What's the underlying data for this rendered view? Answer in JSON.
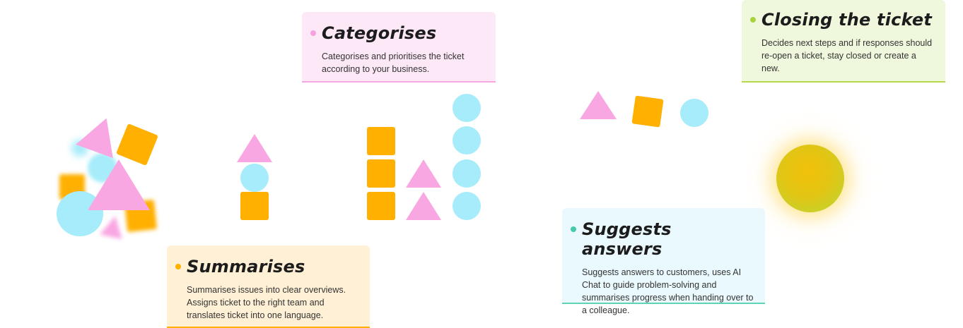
{
  "colors": {
    "pink": "#f9a7e3",
    "orange": "#ffb000",
    "cyan": "#a6ecfa",
    "green": "#b8d84a"
  },
  "cards": {
    "categorises": {
      "title": "Categorises",
      "text": "Categorises and prioritises the ticket according to your business."
    },
    "summarises": {
      "title": "Summarises",
      "text": "Summarises issues into clear overviews. Assigns ticket to the right team and translates ticket into one language."
    },
    "suggests": {
      "title": "Suggests answers",
      "text": "Suggests answers to customers, uses AI Chat to guide problem-solving and summarises progress when handing over to a colleague."
    },
    "closing": {
      "title": "Closing the ticket",
      "text": "Decides next steps and if responses should re-open a ticket, stay closed or create a new."
    }
  }
}
